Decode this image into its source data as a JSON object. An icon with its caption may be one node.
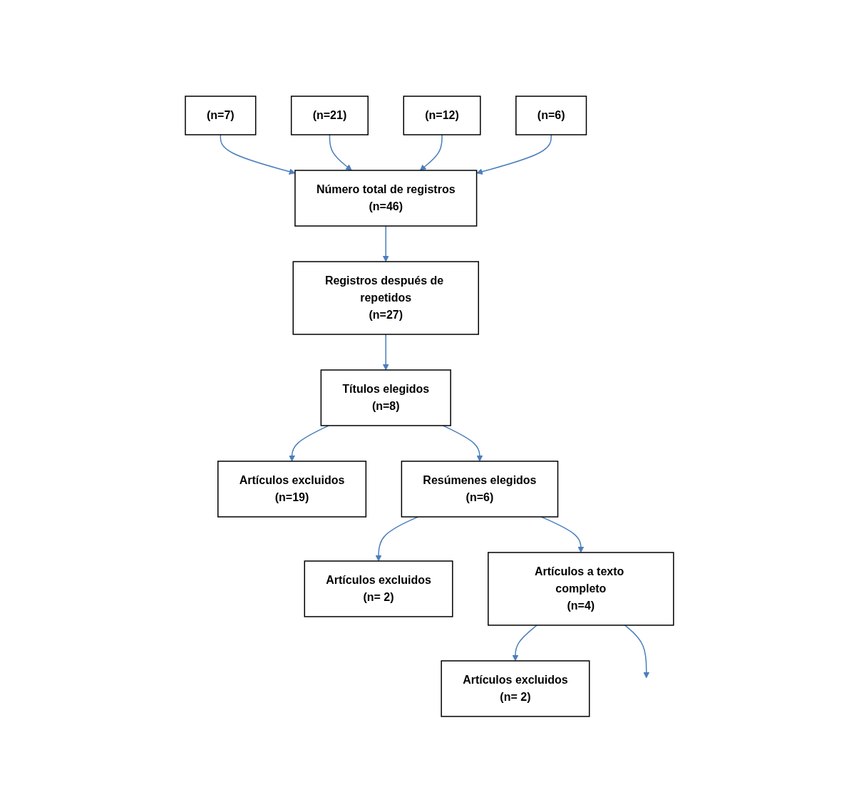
{
  "diagram": {
    "nodes": [
      {
        "text": [
          "(n=7)"
        ]
      },
      {
        "text": [
          "(n=21)"
        ]
      },
      {
        "text": [
          "(n=12)"
        ]
      },
      {
        "text": [
          "(n=6)"
        ]
      },
      {
        "text": [
          "Número total de registros",
          "(n=46)"
        ]
      },
      {
        "text": [
          "Registros después de repetidos",
          "(n=27)"
        ]
      },
      {
        "text": [
          "Títulos elegidos",
          "(n=8)"
        ]
      },
      {
        "text": [
          "Artículos excluidos",
          "(n=19)"
        ]
      },
      {
        "text": [
          "Resúmenes elegidos",
          "(n=6)"
        ]
      },
      {
        "text": [
          "Artículos excluidos",
          "(n= 2)"
        ]
      },
      {
        "text": [
          "Artículos a texto completo",
          "(n=4)"
        ]
      },
      {
        "text": [
          "Artículos excluidos",
          "(n= 2)"
        ]
      }
    ],
    "edges": [
      {
        "from": 0,
        "to": 4,
        "arrow": "to"
      },
      {
        "from": 1,
        "to": 4,
        "arrow": "to"
      },
      {
        "from": 2,
        "to": 4,
        "arrow": "to"
      },
      {
        "from": 3,
        "to": 4,
        "arrow": "to"
      },
      {
        "from": 4,
        "to": 5,
        "arrow": "to"
      },
      {
        "from": 5,
        "to": 6,
        "arrow": "to"
      },
      {
        "from": 6,
        "to": 7,
        "arrow": "to"
      },
      {
        "from": 6,
        "to": 8,
        "arrow": "to"
      },
      {
        "from": 8,
        "to": 9,
        "arrow": "to"
      },
      {
        "from": 8,
        "to": 10,
        "arrow": "to"
      },
      {
        "from": 10,
        "to": 11,
        "arrow": "to"
      },
      {
        "from": 10,
        "to": null,
        "arrow": "to"
      }
    ]
  }
}
